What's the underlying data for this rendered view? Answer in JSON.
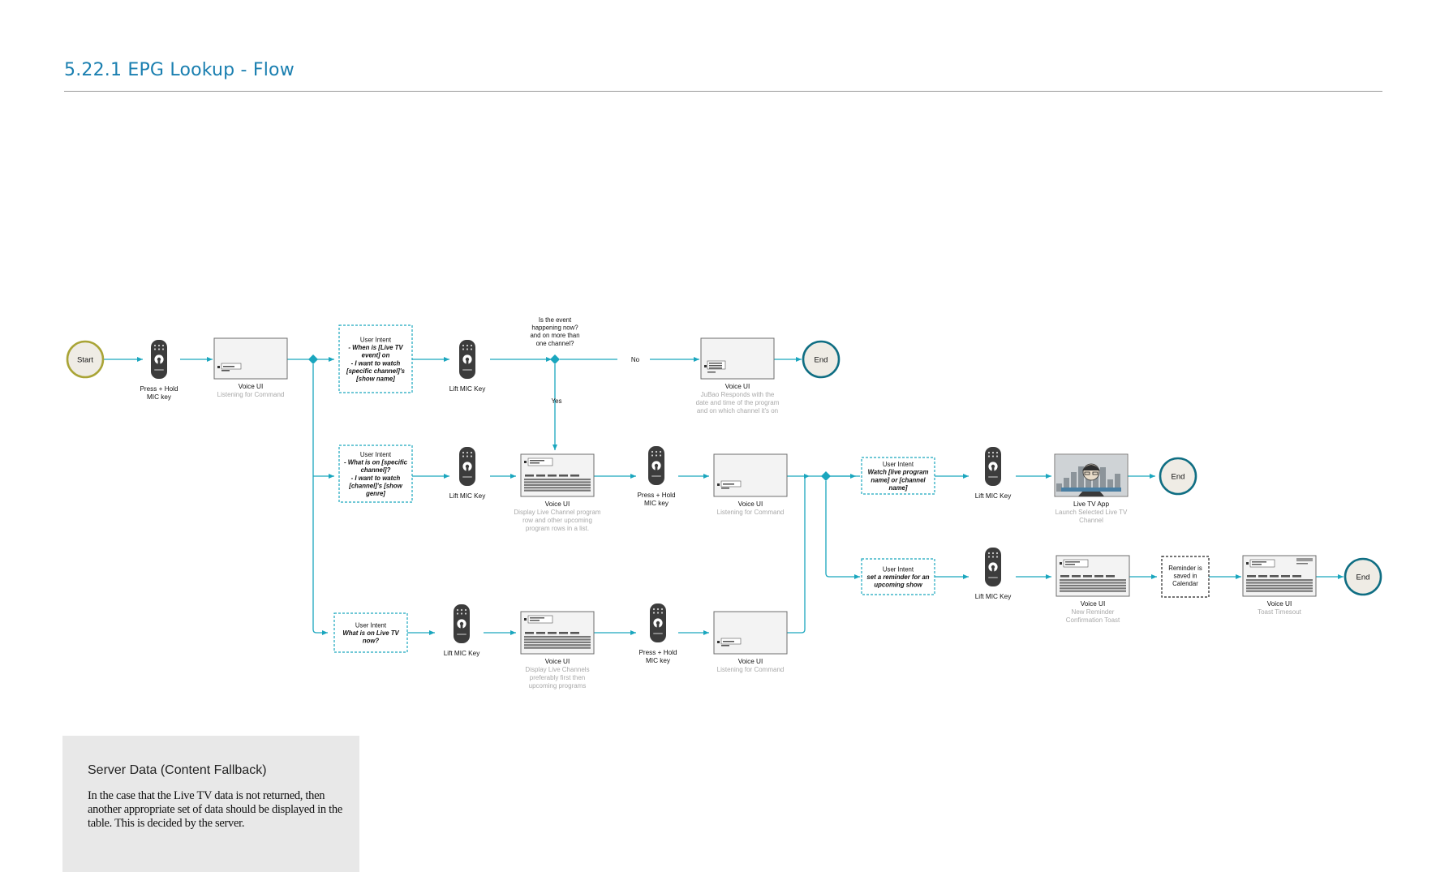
{
  "header": {
    "title": "5.22.1  EPG Lookup - Flow"
  },
  "note": {
    "title": "Server Data (Content Fallback)",
    "body": "In the case that the Live TV data is not returned, then another appropriate set of data should be displayed in the table. This is decided by the server."
  },
  "colors": {
    "accent": "#1aa6be",
    "start_ring": "#a9a436",
    "end_ring": "#0f6e83",
    "node_fill": "#efece5",
    "screen_fill": "#f3f3f3",
    "remote": "#3c3c3c"
  },
  "diagram": {
    "start": {
      "label": "Start"
    },
    "ends": [
      {
        "label": "End"
      },
      {
        "label": "End"
      },
      {
        "label": "End"
      }
    ],
    "decision_row1": {
      "question": [
        "Is the event",
        "happening now?",
        "and on more than",
        "one channel?"
      ],
      "no_label": "No",
      "yes_label": "Yes"
    },
    "intents": {
      "r1": [
        "User Intent",
        "- When is [Live TV",
        "event] on",
        "- I want to watch",
        "[specific channel]'s",
        "[show name]"
      ],
      "r2": [
        "User Intent",
        "- What is on [specific",
        "channel]?",
        "- I want to watch",
        "[channel]'s [show",
        "genre]"
      ],
      "r3": [
        "User Intent",
        "What is on Live TV",
        "now?"
      ],
      "r4": [
        "User Intent",
        "Watch [live program",
        "name] or [channel",
        "name]"
      ],
      "r5": [
        "User Intent",
        "set a reminder for an",
        "upcoming show"
      ]
    },
    "remotes": {
      "r1a": [
        "Press + Hold",
        "MIC key"
      ],
      "r1b": [
        "Lift MIC Key"
      ],
      "r2a": [
        "Lift MIC Key"
      ],
      "r2b": [
        "Press + Hold",
        "MIC key"
      ],
      "r3a": [
        "Lift MIC Key"
      ],
      "r3b": [
        "Press + Hold",
        "MIC key"
      ],
      "r4": [
        "Lift MIC Key"
      ],
      "r5": [
        "Lift MIC Key"
      ]
    },
    "screens": {
      "s1": {
        "title": "Voice UI",
        "desc": [
          "Listening for Command"
        ]
      },
      "s2": {
        "title": "Voice UI",
        "desc": [
          "JuBao Responds with the",
          "date and time of the program",
          "and on which channel it's on"
        ]
      },
      "s3": {
        "title": "Voice UI",
        "desc": [
          "Display Live Channel program",
          "row and other upcoming",
          "program rows in a list."
        ]
      },
      "s4": {
        "title": "Voice UI",
        "desc": [
          "Listening for Command"
        ]
      },
      "s5": {
        "title": "Voice UI",
        "desc": [
          "Display Live Channels",
          "preferably first then",
          "upcoming programs"
        ]
      },
      "s6": {
        "title": "Voice UI",
        "desc": [
          "Listening for Command"
        ]
      },
      "s7": {
        "title": "Live TV App",
        "desc": [
          "Launch Selected Live TV",
          "Channel"
        ]
      },
      "s8": {
        "title": "Voice UI",
        "desc": [
          "New Reminder",
          "Confirmation Toast"
        ]
      },
      "s9": {
        "title": "Voice UI",
        "desc": [
          "Toast Timesout"
        ]
      }
    },
    "calendar_box": [
      "Reminder is",
      "saved in",
      "Calendar"
    ]
  }
}
